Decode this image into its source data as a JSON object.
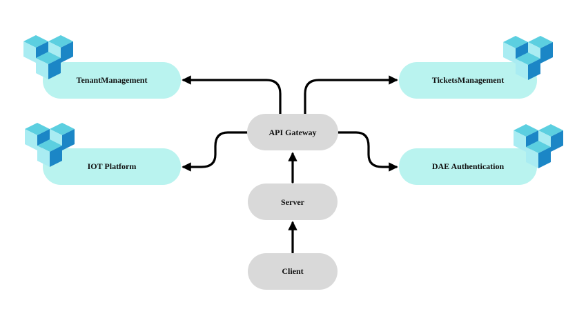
{
  "colors": {
    "service_fill": "#b9f3ef",
    "core_fill": "#d9d9d9",
    "edge": "#000000",
    "cube_top": "#5ccfe0",
    "cube_front": "#a9ecf2",
    "cube_side": "#1b86c6"
  },
  "icons": {
    "service": "blocks-icon"
  },
  "nodes": {
    "tenant": "TenantManagement",
    "iot": "IOT Platform",
    "tickets": "TicketsManagement",
    "dae": "DAE Authentication",
    "gateway": "API Gateway",
    "server": "Server",
    "client": "Client"
  }
}
